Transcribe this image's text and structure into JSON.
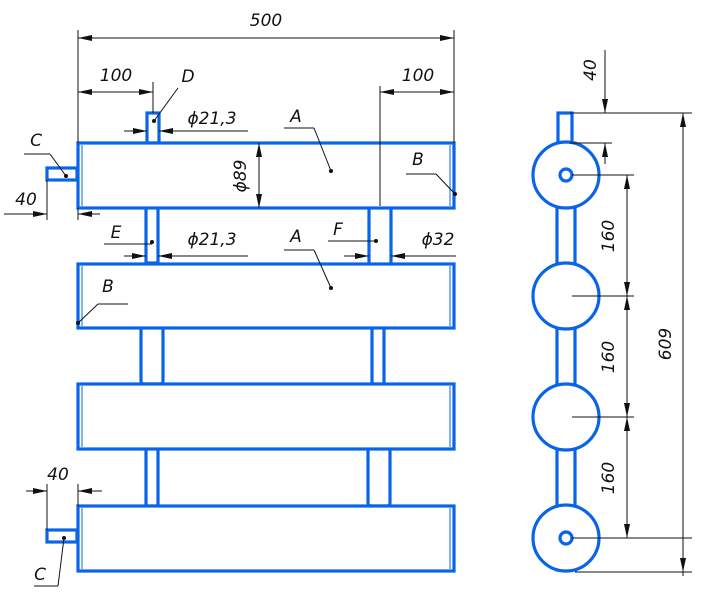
{
  "colors": {
    "pipe": "#0a64e8",
    "line": "#111111",
    "background": "#ffffff"
  },
  "dimensions": {
    "width_total": "500",
    "offset_left": "100",
    "offset_right": "100",
    "stub_left_top": "40",
    "stub_left_bottom": "40",
    "top_stub": "40",
    "pitch_1": "160",
    "pitch_2": "160",
    "pitch_3": "160",
    "height_total": "609",
    "dia_header": "ϕ89",
    "dia_connector_top": "ϕ21,3",
    "dia_connector_mid": "ϕ21,3",
    "dia_large": "ϕ32"
  },
  "labels": {
    "a_top": "A",
    "a_mid": "A",
    "b_top": "B",
    "b_mid": "B",
    "c_top": "C",
    "c_bottom": "C",
    "d": "D",
    "e": "E",
    "f": "F"
  }
}
